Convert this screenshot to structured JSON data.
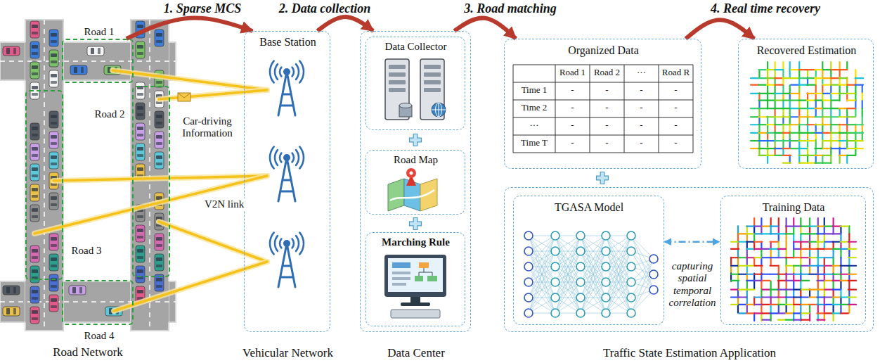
{
  "diagram": {
    "nodes": [
      {
        "text": [
          "Road 1"
        ]
      },
      {
        "text": [
          "Road 2"
        ]
      },
      {
        "text": [
          "Road 3"
        ]
      },
      {
        "text": [
          "Road 4"
        ]
      },
      {
        "text": [
          "Base Station",
          "Vehicular Network"
        ]
      },
      {
        "text": [
          "Data Center"
        ]
      },
      {
        "text": [
          "Data Collector"
        ],
        "in": 5
      },
      {
        "text": [
          "Road Map"
        ],
        "in": 5
      },
      {
        "text": [
          "Marching Rule"
        ],
        "in": 5
      },
      {
        "text": [
          "Organized Data"
        ]
      },
      {
        "text": [
          "Recovered Estimation"
        ]
      },
      {
        "text": [
          "Traffic State Estimation Application"
        ]
      },
      {
        "text": [
          "TGASA Model"
        ],
        "in": 11
      },
      {
        "text": [
          "Training Data"
        ],
        "in": 11
      }
    ],
    "edges": [
      {
        "from": 0,
        "to": 4,
        "label": "1. Sparse MCS",
        "arrow": "to"
      },
      {
        "from": 4,
        "to": 5,
        "label": "2. Data collection",
        "arrow": "to"
      },
      {
        "from": 5,
        "to": 9,
        "label": "3. Road matching",
        "arrow": "to"
      },
      {
        "from": 9,
        "to": 10,
        "label": "4. Real time recovery",
        "arrow": "to"
      },
      {
        "from": 12,
        "to": 13,
        "label": "capturing spatial temporal correlation",
        "arrow": "both"
      }
    ],
    "labels": [
      "Road Network",
      "Car-driving Information",
      "V2N link",
      "Road 1",
      "Road 2",
      "···",
      "Road R",
      "Time 1",
      "-",
      "-",
      "-",
      "-",
      "Time 2",
      "-",
      "-",
      "-",
      "-",
      "···",
      "-",
      "-",
      "-",
      "-",
      "Time T",
      "-",
      "-",
      "-",
      "-"
    ]
  }
}
